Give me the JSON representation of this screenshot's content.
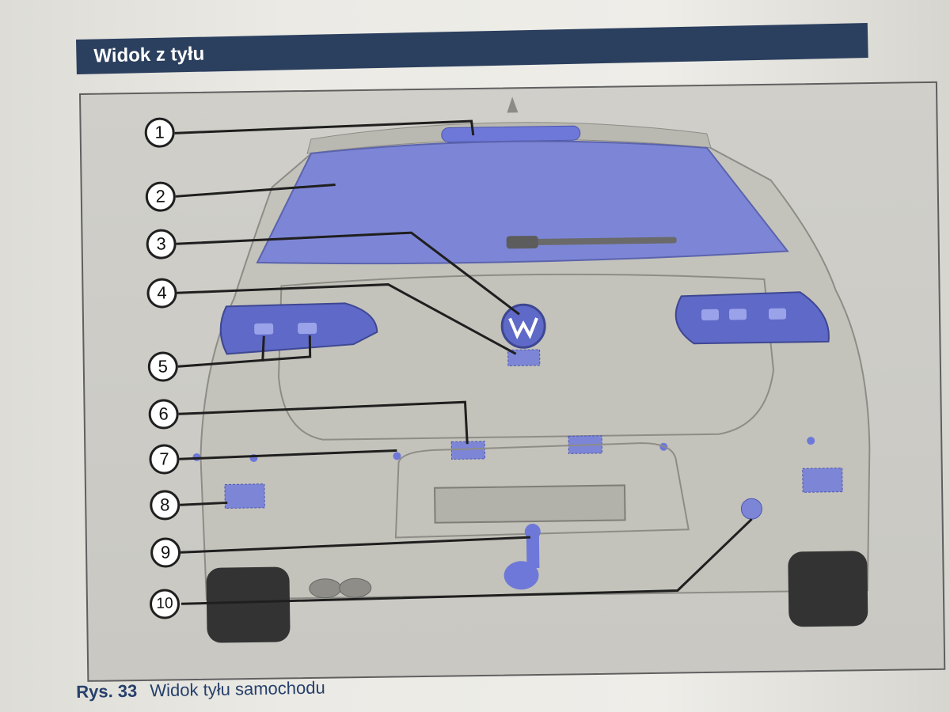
{
  "section": {
    "title": "Widok z tyłu"
  },
  "figure": {
    "callouts": [
      "1",
      "2",
      "3",
      "4",
      "5",
      "6",
      "7",
      "8",
      "9",
      "10"
    ],
    "caption_number": "Rys. 33",
    "caption_text": "Widok tyłu samochodu"
  },
  "colors": {
    "header": "#2b3f5e",
    "highlight": "#6e78d8",
    "body": "#c7c6bf",
    "caption": "#26406b"
  },
  "icons": [
    "vw-logo-icon",
    "tow-hitch-icon",
    "exhaust-pipes-icon"
  ]
}
